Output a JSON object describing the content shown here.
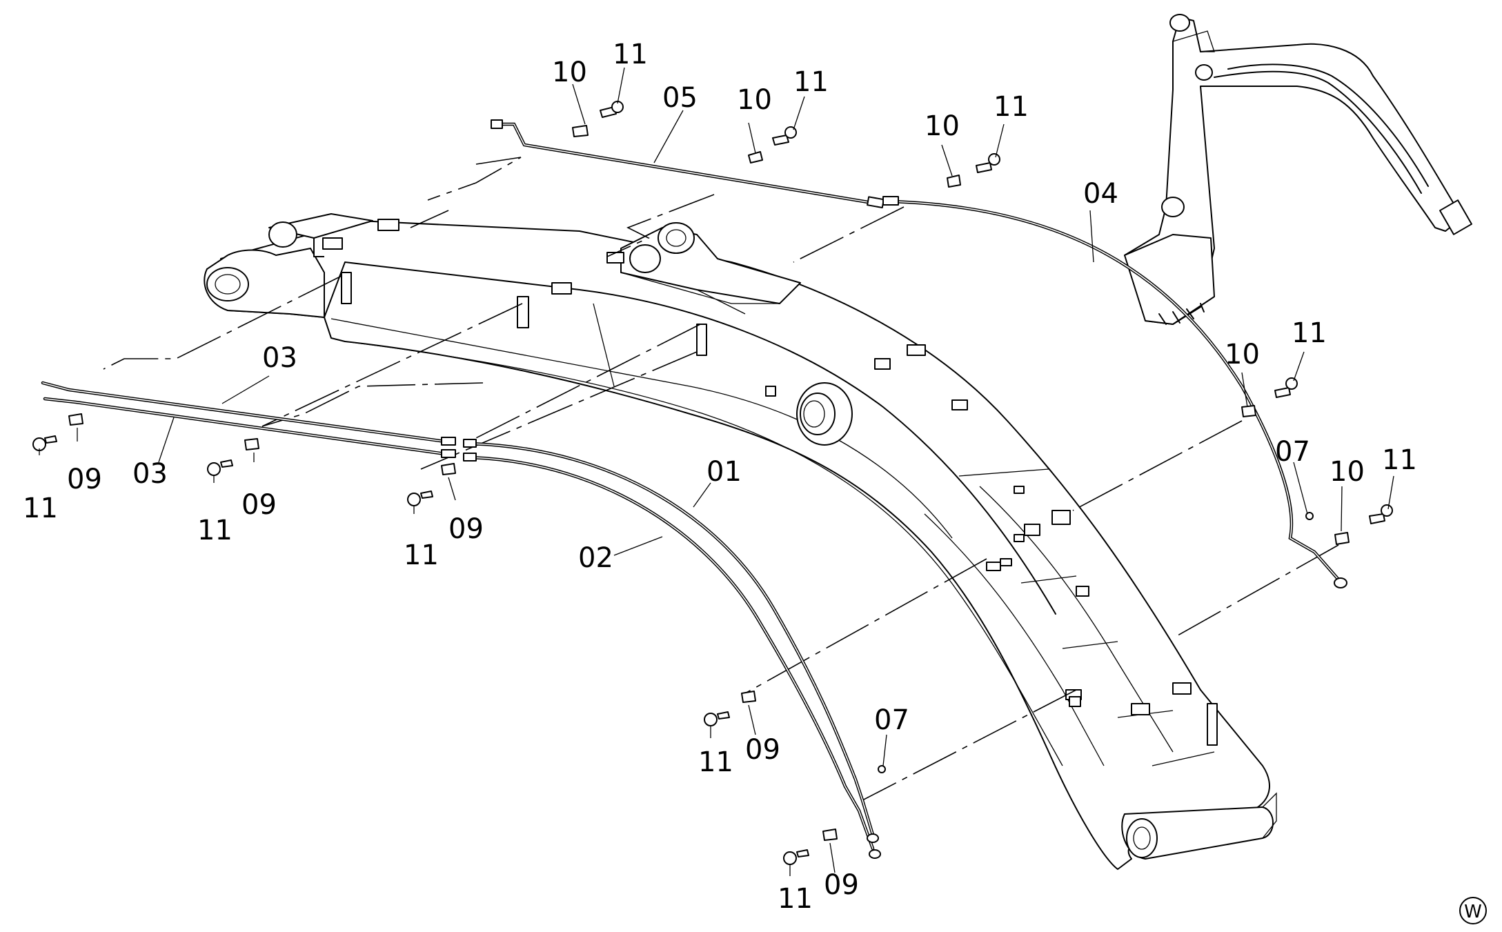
{
  "diagram": {
    "parts": {
      "p01": "01",
      "p02": "02",
      "p03a": "03",
      "p03b": "03",
      "p04": "04",
      "p05": "05",
      "p07a": "07",
      "p07b": "07",
      "p09a": "09",
      "p09b": "09",
      "p09c": "09",
      "p09d": "09",
      "p09e": "09",
      "p10a": "10",
      "p10b": "10",
      "p10c": "10",
      "p10d": "10",
      "p10e": "10",
      "p11a": "11",
      "p11b": "11",
      "p11c": "11",
      "p11d": "11",
      "p11e": "11",
      "p11f": "11",
      "p11g": "11",
      "p11h": "11",
      "p11i": "11",
      "p11j": "11"
    },
    "corner_mark": "W"
  }
}
